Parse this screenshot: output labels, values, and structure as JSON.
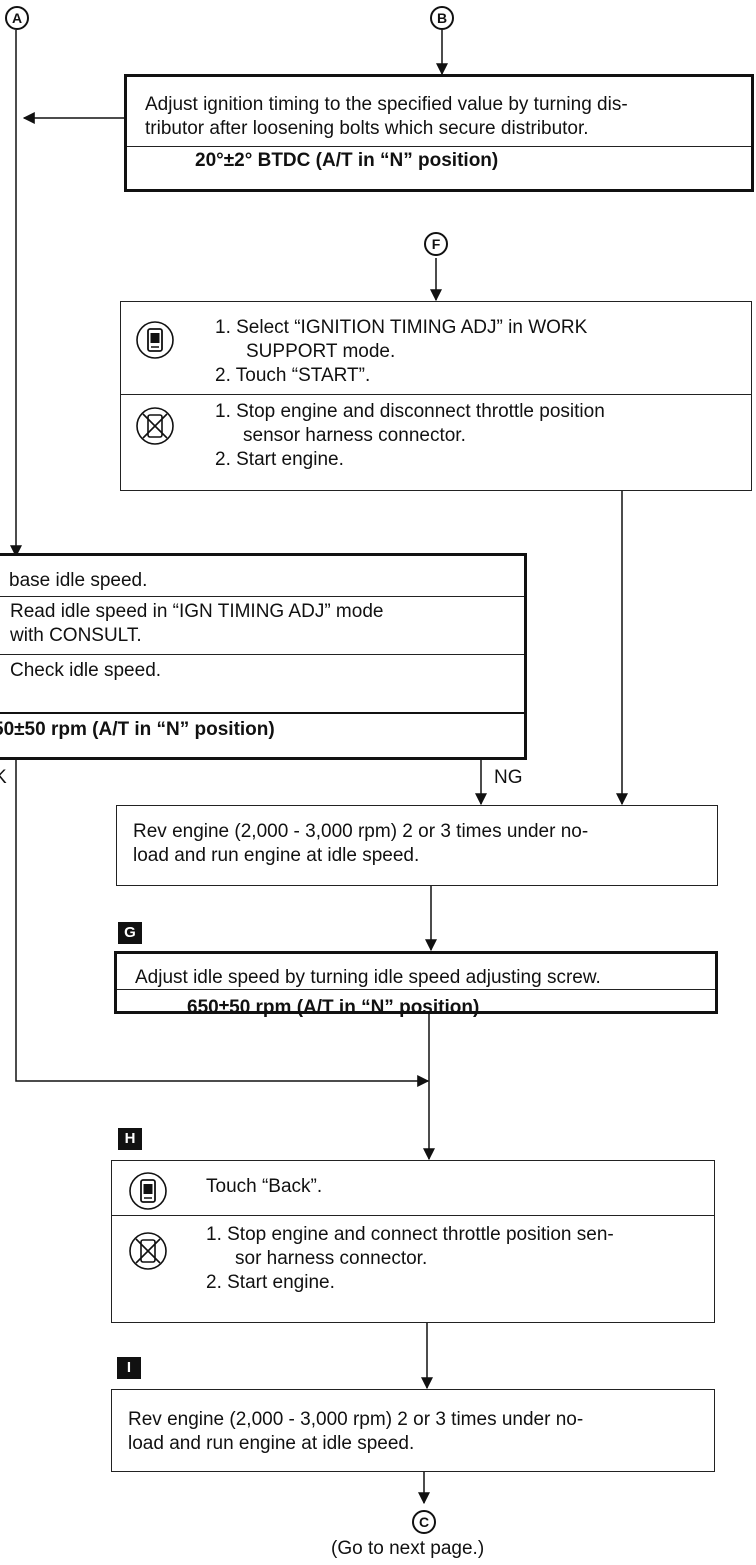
{
  "connectors": {
    "A": "A",
    "B": "B",
    "F": "F",
    "C": "C",
    "go_next": "(Go to next page.)"
  },
  "step_labels": {
    "G": "G",
    "H": "H",
    "I": "I"
  },
  "box_timing": {
    "line1": "Adjust ignition timing to the specified value by turning dis-",
    "line2": "tributor after loosening bolts which secure distributor.",
    "spec": "20°±2° BTDC (A/T in “N” position)"
  },
  "box_consult_f": {
    "with_consult": [
      "1. Select “IGNITION TIMING ADJ” in WORK",
      "SUPPORT mode.",
      "2. Touch “START”."
    ],
    "without_consult": [
      "1. Stop engine and disconnect throttle position",
      "sensor harness connector.",
      "2. Start engine."
    ],
    "with_icon": "consult-icon",
    "without_icon": "no-consult-icon"
  },
  "box_base_idle": {
    "row1": "base idle speed.",
    "row2a": "Read idle speed in “IGN TIMING ADJ” mode",
    "row2b": "with CONSULT.",
    "row3": "Check idle speed.",
    "spec": "50±50 rpm (A/T in “N” position)"
  },
  "branch": {
    "ok": "K",
    "ng": "NG"
  },
  "box_rev1": {
    "line1": "Rev engine (2,000 - 3,000 rpm) 2 or 3 times under no-",
    "line2": "load and run engine at idle speed."
  },
  "box_adjust_idle": {
    "line1": "Adjust idle speed by turning idle speed adjusting screw.",
    "spec": "650±50 rpm (A/T in “N” position)"
  },
  "box_consult_h": {
    "with_consult": "Touch “Back”.",
    "without_consult": [
      "1. Stop engine and connect throttle position sen-",
      "sor harness connector.",
      "2. Start engine."
    ]
  },
  "box_rev2": {
    "line1": "Rev engine (2,000 - 3,000 rpm) 2 or 3 times under no-",
    "line2": "load and run engine at idle speed."
  }
}
